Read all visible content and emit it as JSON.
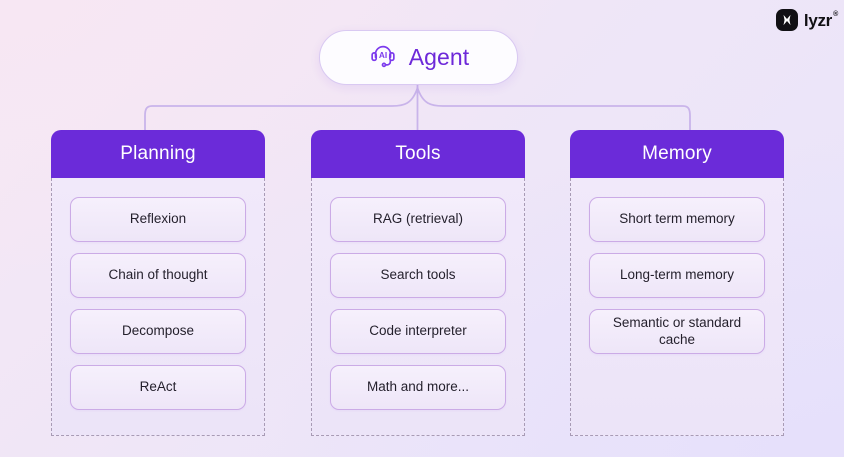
{
  "brand": {
    "mark_icon": "lyzr-x-mark-icon",
    "wordmark": "lyzr",
    "trademark": "®"
  },
  "root": {
    "icon": "headset-ai-icon",
    "icon_text": "AI",
    "label": "Agent"
  },
  "colors": {
    "header_purple": "#6b2bd9",
    "accent_purple": "#6d28d9",
    "card_border": "#cbabe6",
    "dashed_border": "#a89bb5",
    "pill_bg": "#fdfcff",
    "background_start": "#f6e8f4",
    "background_end": "#e9e4fb"
  },
  "columns": [
    {
      "id": "planning",
      "title": "Planning",
      "items": [
        {
          "label": "Reflexion"
        },
        {
          "label": "Chain of thought"
        },
        {
          "label": "Decompose"
        },
        {
          "label": "ReAct"
        }
      ]
    },
    {
      "id": "tools",
      "title": "Tools",
      "items": [
        {
          "label": "RAG (retrieval)"
        },
        {
          "label": "Search tools"
        },
        {
          "label": "Code interpreter"
        },
        {
          "label": "Math and more..."
        }
      ]
    },
    {
      "id": "memory",
      "title": "Memory",
      "items": [
        {
          "label": "Short term memory"
        },
        {
          "label": "Long-term memory"
        },
        {
          "label": "Semantic or standard cache"
        }
      ]
    }
  ]
}
